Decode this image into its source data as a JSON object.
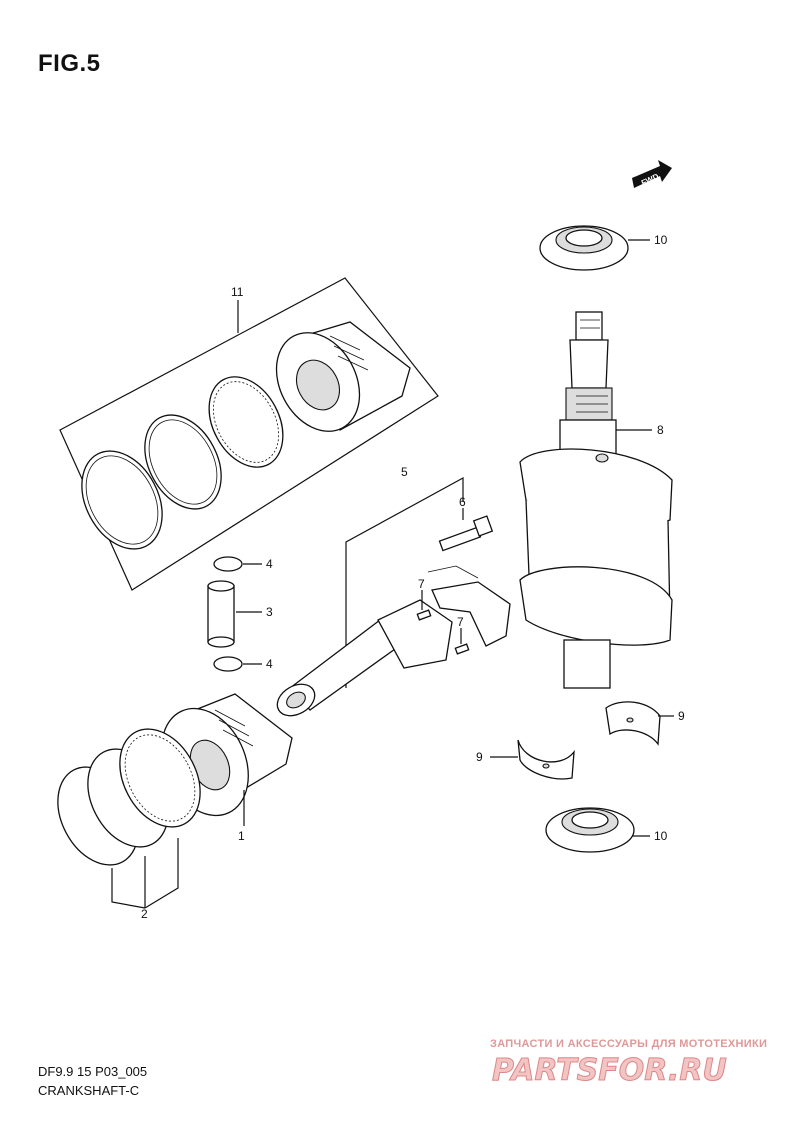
{
  "header": {
    "figure_label": "FIG.5"
  },
  "fwd_mark": {
    "text": "FWD",
    "icon": "forward-arrow-icon"
  },
  "callouts": {
    "c1": "1",
    "c2": "2",
    "c3": "3",
    "c4a": "4",
    "c4b": "4",
    "c5": "5",
    "c6": "6",
    "c7a": "7",
    "c7b": "7",
    "c8": "8",
    "c9a": "9",
    "c9b": "9",
    "c10a": "10",
    "c10b": "10",
    "c11": "11"
  },
  "footer": {
    "model_code": "DF9.9 15 P03_005",
    "section_name": "CRANKSHAFT-C"
  },
  "watermark": {
    "tagline": "ЗАПЧАСТИ И АКСЕССУАРЫ ДЛЯ МОТОТЕХНИКИ",
    "logo_text": "PARTSFOR.RU",
    "color": "#e08a8a"
  }
}
